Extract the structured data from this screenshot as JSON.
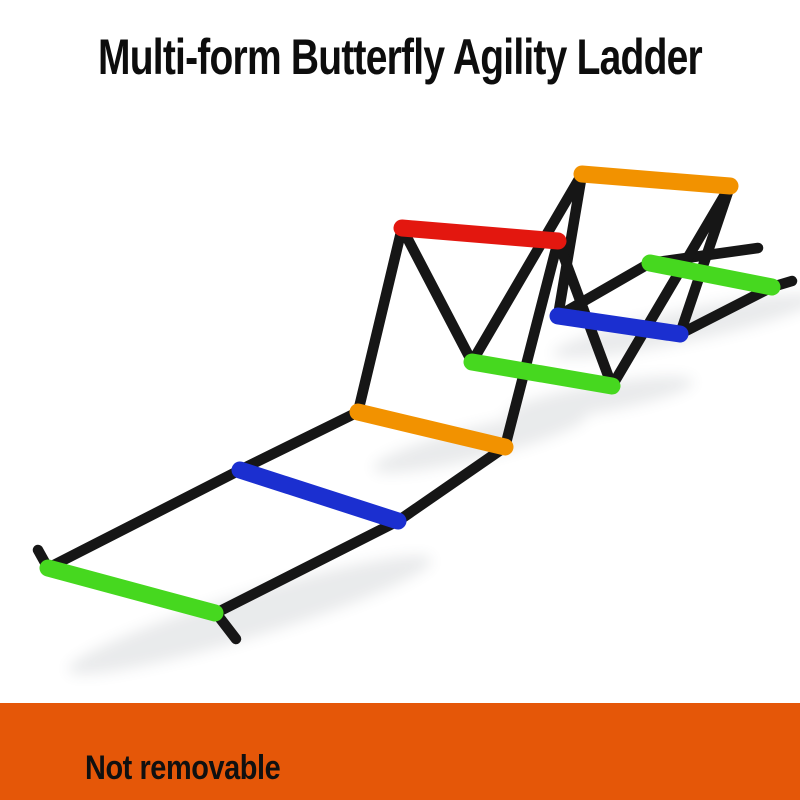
{
  "page": {
    "background": "#ffffff"
  },
  "header": {
    "title": "Multi-form Butterfly Agility Ladder",
    "text_color": "#0d0d0d"
  },
  "product_image": {
    "alt": "Agility ladder with black frame folded into two triangle hurdles, with green, blue, orange and red rungs",
    "frame_color": "#161616",
    "shadow_color": "#4a5560",
    "rung_colors": {
      "green": "#46d81f",
      "blue": "#1b2fd0",
      "orange": "#f29200",
      "red": "#e3170f"
    },
    "rung_sequence": [
      "green",
      "blue",
      "orange",
      "red",
      "green",
      "orange",
      "blue",
      "green"
    ]
  },
  "footer": {
    "label": "Not removable",
    "background": "#e55708",
    "text_color": "#101010"
  }
}
